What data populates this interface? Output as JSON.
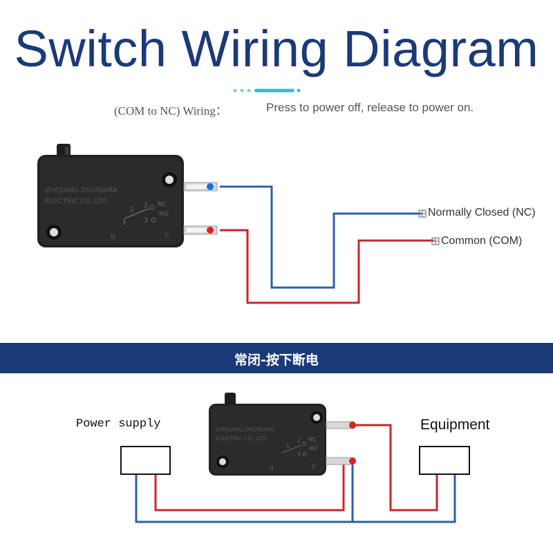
{
  "title": "Switch Wiring Diagram",
  "subtitle": {
    "wiring_label": "(COM to NC) Wiring：",
    "description": "Press to power off, release to power on."
  },
  "top_switch": {
    "brand_line1": "ZHEJIANG ZHONGMA",
    "brand_line2": "ELECTRIC CO.,LTD.",
    "pin1": "1",
    "pin2": "2",
    "pin3": "3",
    "nc_mark": "NC",
    "no_mark": "NO",
    "c_mark": "C",
    "o_mark": "O"
  },
  "labels": {
    "normally_closed": "Normally Closed (NC)",
    "common": "Common (COM)"
  },
  "band": {
    "text": "常闭-按下断电",
    "color": "#1a3a78"
  },
  "bottom": {
    "power_supply": "Power supply",
    "equipment": "Equipment"
  },
  "colors": {
    "nc_wire": "#2e5fa8",
    "com_wire": "#c8262b",
    "title": "#1b3a78"
  }
}
